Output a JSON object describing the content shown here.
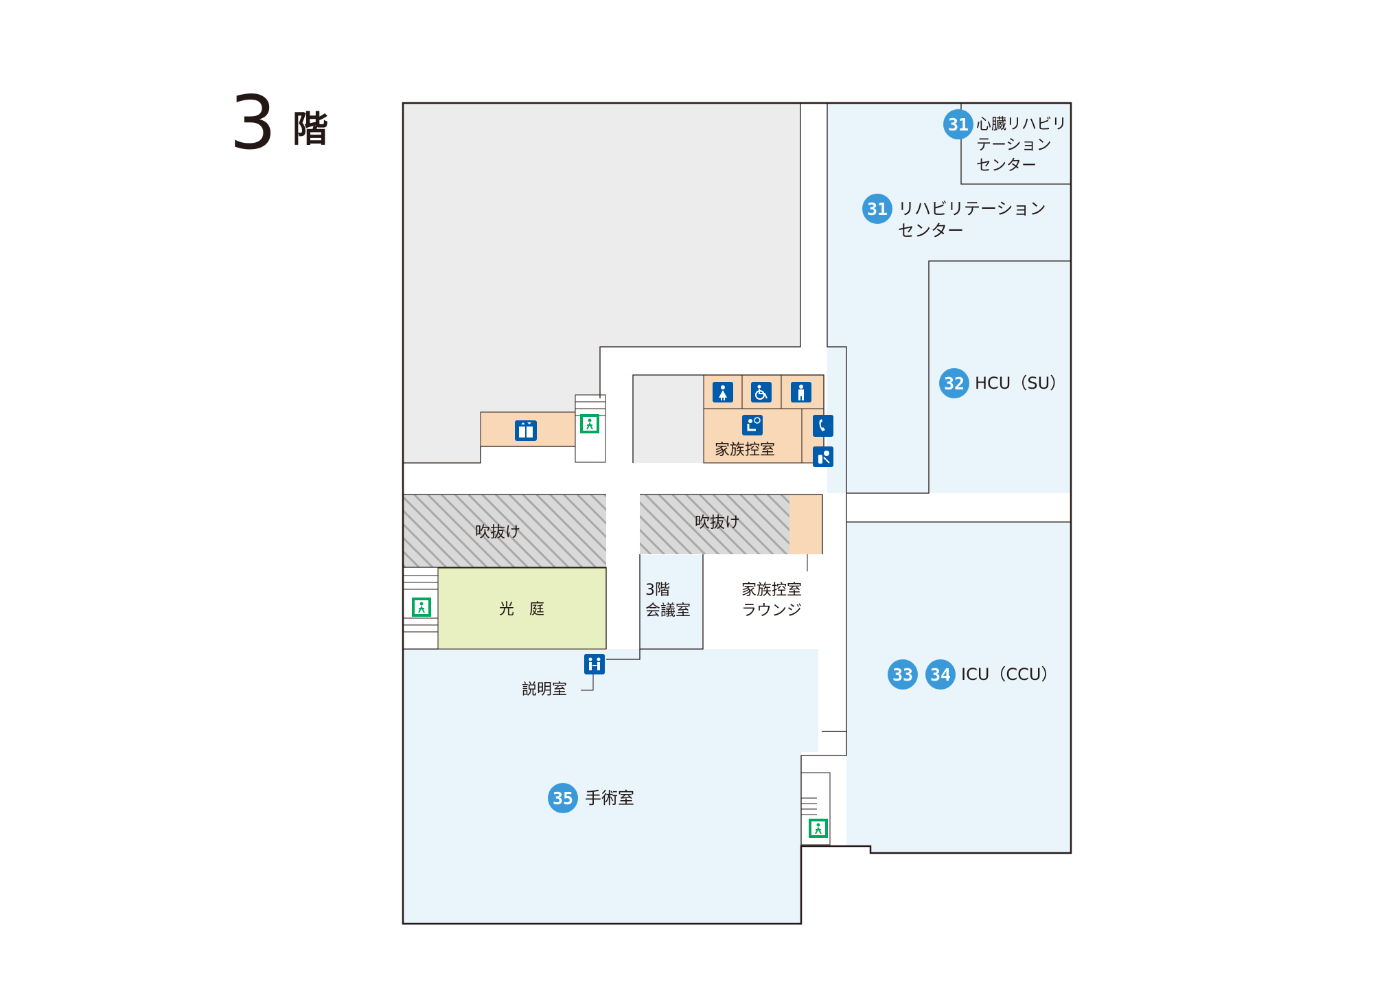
{
  "floor": {
    "number": "3",
    "suffix": "階"
  },
  "colors": {
    "corridor": "#ffffff",
    "blue_zone": "#eaf4fb",
    "grey_block": "#ececec",
    "facility": "#f8d8b6",
    "courtyard": "#e8f0c2",
    "outline": "#231815",
    "badge": "#3a9ad9",
    "sign_blue": "#005bab",
    "sign_green": "#00a95f"
  },
  "rooms": {
    "cardiac_rehab": {
      "badge": "31",
      "label_lines": [
        "心臓リハビリ",
        "テーション",
        "センター"
      ]
    },
    "rehab_center": {
      "badge": "31",
      "label_lines": [
        "リハビリテーション",
        "センター"
      ]
    },
    "hcu": {
      "badge": "32",
      "label": "HCU（SU）"
    },
    "icu": {
      "badges": [
        "33",
        "34"
      ],
      "label": "ICU（CCU）"
    },
    "surgery": {
      "badge": "35",
      "label": "手術室"
    },
    "family_room": {
      "label": "家族控室"
    },
    "atrium_left": {
      "label": "吹抜け"
    },
    "atrium_right": {
      "label": "吹抜け"
    },
    "courtyard": {
      "label": "光　庭"
    },
    "meeting_room": {
      "label_lines": [
        "3階",
        "会議室"
      ]
    },
    "family_lounge": {
      "label_lines": [
        "家族控室",
        "ラウンジ"
      ]
    },
    "explanation_room": {
      "label": "説明室"
    }
  },
  "icons": [
    "elevator-icon",
    "emergency-exit-icon",
    "womens-restroom-icon",
    "accessible-restroom-icon",
    "mens-restroom-icon",
    "waiting-room-icon",
    "public-phone-icon",
    "baby-care-icon",
    "consultation-icon"
  ]
}
